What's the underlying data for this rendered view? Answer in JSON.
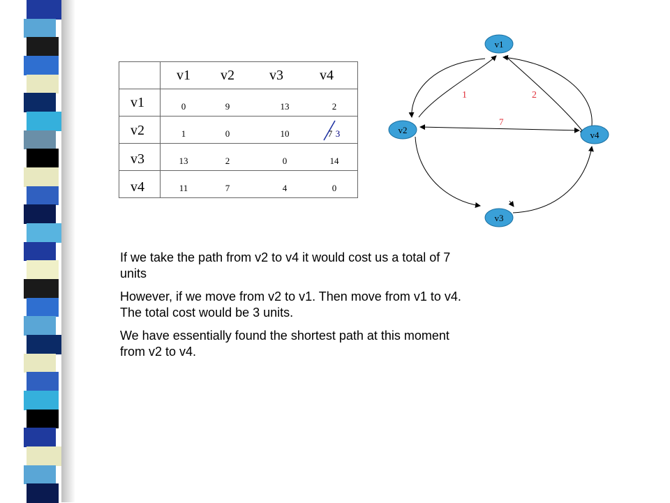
{
  "stripe_colors": [
    "#1f3a9e",
    "#5aa6d6",
    "#1a1a1a",
    "#2f6fd0",
    "#e8e8c0",
    "#0b2a66",
    "#35b0dc",
    "#6a8fa8",
    "#000000",
    "#e8e8c0",
    "#3060c0",
    "#0a1a50",
    "#58b4e0",
    "#1f3a9e",
    "#f0f0c8",
    "#1a1a1a",
    "#2f6fd0",
    "#5aa6d6",
    "#0b2a66",
    "#e8e8c0",
    "#3060c0",
    "#35b0dc",
    "#000000",
    "#1f3a9e",
    "#e8e8c0",
    "#5aa6d6",
    "#0a1a50"
  ],
  "matrix": {
    "headers": [
      "v1",
      "v2",
      "v3",
      "v4"
    ],
    "rows": [
      {
        "label": "v1",
        "cells": [
          "0",
          "9",
          "13",
          "2"
        ]
      },
      {
        "label": "v2",
        "cells": [
          "1",
          "0",
          "10",
          "7"
        ],
        "updated_value": "3"
      },
      {
        "label": "v3",
        "cells": [
          "13",
          "2",
          "0",
          "14"
        ]
      },
      {
        "label": "v4",
        "cells": [
          "11",
          "7",
          "4",
          "0"
        ]
      }
    ]
  },
  "graph": {
    "nodes": {
      "v1": "v1",
      "v2": "v2",
      "v3": "v3",
      "v4": "v4"
    },
    "edge_labels": {
      "v1_v2": "1",
      "v1_v4": "2",
      "v2_v4": "7"
    },
    "colors": {
      "node_fill": "#3aa0d8",
      "edge_label": "#e0303a",
      "edge": "#000000",
      "strike": "#1a2ea0"
    }
  },
  "text": {
    "p1": "If we take the path from v2 to v4 it would cost us a total of 7 units",
    "p2": "However, if we move from v2 to v1.  Then move from v1 to v4.  The total cost would be 3 units.",
    "p3": "We have essentially found the shortest path at this moment from v2 to v4."
  }
}
